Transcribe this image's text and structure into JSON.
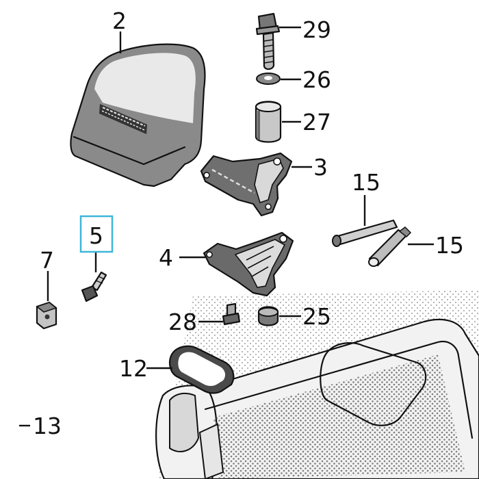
{
  "diagram": {
    "highlight_color": "#3db6d8",
    "line_color": "#111111",
    "callouts": [
      {
        "id": "2",
        "label": "2"
      },
      {
        "id": "29",
        "label": "29"
      },
      {
        "id": "26",
        "label": "26"
      },
      {
        "id": "27",
        "label": "27"
      },
      {
        "id": "3",
        "label": "3"
      },
      {
        "id": "15a",
        "label": "15"
      },
      {
        "id": "15b",
        "label": "15"
      },
      {
        "id": "5",
        "label": "5",
        "highlighted": true
      },
      {
        "id": "7",
        "label": "7"
      },
      {
        "id": "4",
        "label": "4"
      },
      {
        "id": "28",
        "label": "28"
      },
      {
        "id": "25",
        "label": "25"
      },
      {
        "id": "12",
        "label": "12"
      },
      {
        "id": "13",
        "label": "13"
      }
    ]
  }
}
